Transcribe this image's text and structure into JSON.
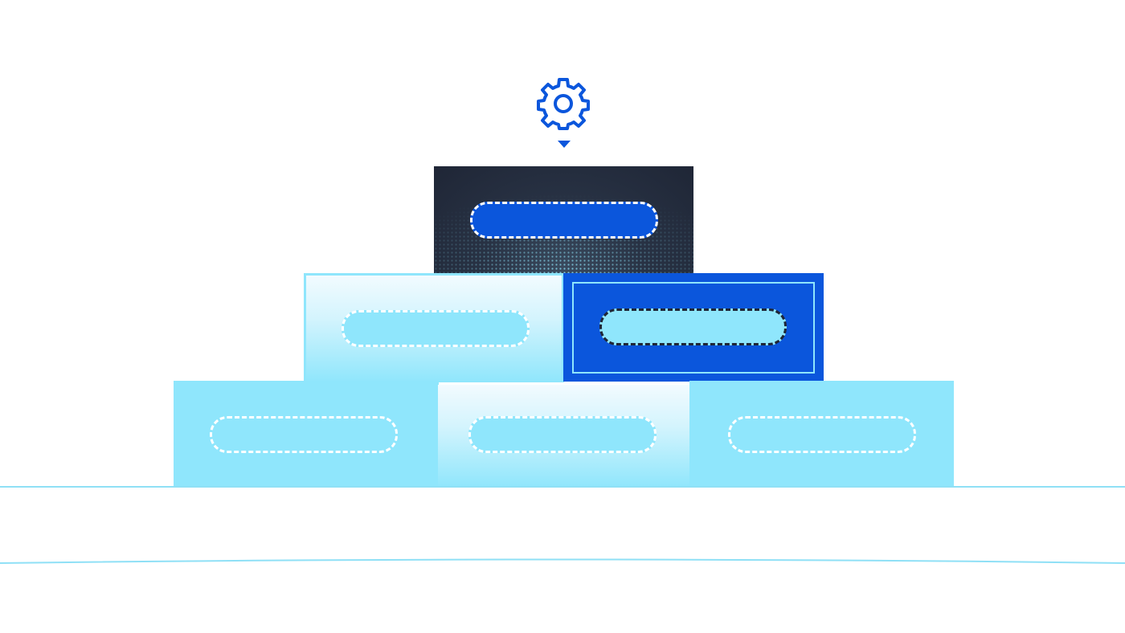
{
  "diagram": {
    "top_icon": "gear-icon",
    "pointer_icon": "triangle-down-icon",
    "colors": {
      "accent_blue": "#0b56dc",
      "dark_navy": "#222a3a",
      "light_cyan": "#8fe6fc",
      "pale_cyan": "#f2fbff",
      "line_cyan": "#8fe0f6",
      "white": "#ffffff"
    },
    "tiers": [
      {
        "name": "top",
        "blocks": [
          "dark-navy"
        ]
      },
      {
        "name": "middle",
        "blocks": [
          "light-gradient",
          "accent-blue-highlighted"
        ]
      },
      {
        "name": "bottom",
        "blocks": [
          "light-cyan",
          "light-gradient",
          "light-cyan"
        ]
      }
    ]
  }
}
